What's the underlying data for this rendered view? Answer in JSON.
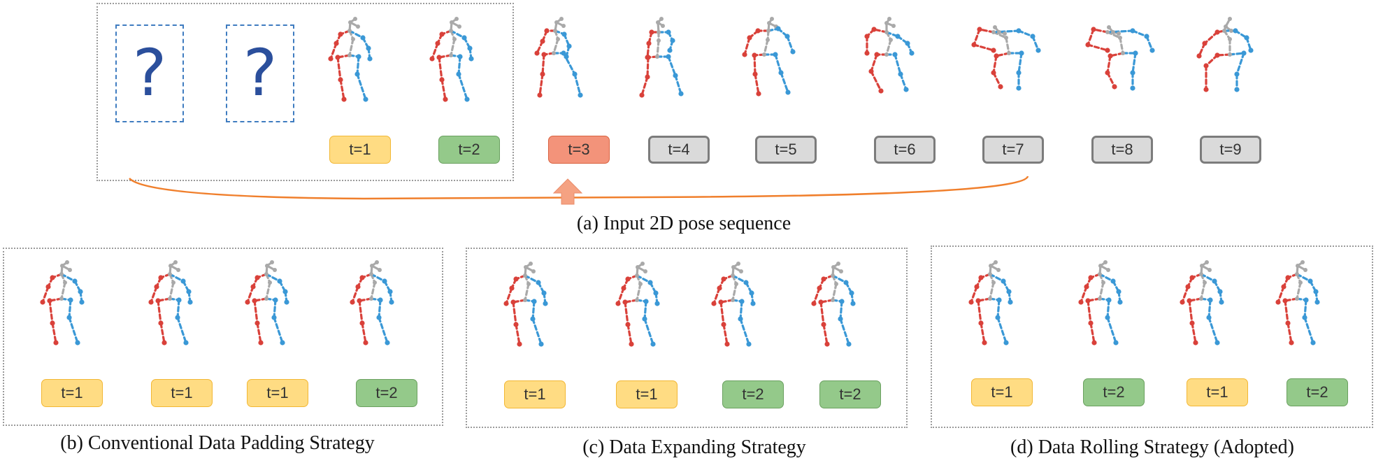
{
  "panel_a": {
    "caption": "(a) Input 2D pose sequence",
    "placeholder_symbol": "?",
    "frames": [
      "t=1",
      "t=2",
      "t=3",
      "t=4",
      "t=5",
      "t=6",
      "t=7",
      "t=8",
      "t=9"
    ]
  },
  "panel_b": {
    "caption": "(b) Conventional Data Padding Strategy",
    "frames": [
      "t=1",
      "t=1",
      "t=1",
      "t=2"
    ]
  },
  "panel_c": {
    "caption": "(c) Data Expanding Strategy",
    "frames": [
      "t=1",
      "t=1",
      "t=2",
      "t=2"
    ]
  },
  "panel_d": {
    "caption": "(d) Data Rolling Strategy (Adopted)",
    "frames": [
      "t=1",
      "t=2",
      "t=1",
      "t=2"
    ]
  },
  "colors": {
    "left_limbs": "#d9413a",
    "right_limbs": "#3a98d6",
    "spine": "#a9a9a9",
    "arc": "#f07f2c",
    "arrow": "#f5a282",
    "t1_label": "#ffdc83",
    "t2_label": "#94c98a",
    "t3_label": "#f3937a",
    "other_label": "#dadada"
  }
}
